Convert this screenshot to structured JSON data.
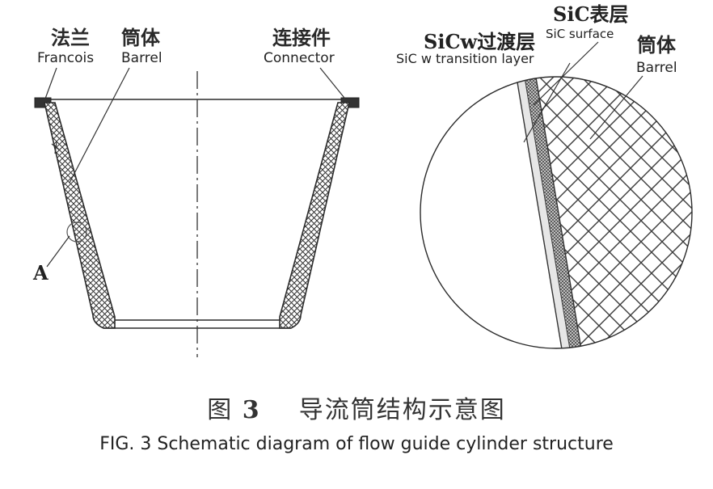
{
  "labels": {
    "flange_cn": "法兰",
    "flange_en": "Francois",
    "barrel_cn": "筒体",
    "barrel_en": "Barrel",
    "connector_cn": "连接件",
    "connector_en": "Connector",
    "detail_marker": "A",
    "sic_surface_cn": "SiC表层",
    "sic_surface_en": "SiC surface",
    "sicw_cn": "SiCw过渡层",
    "sicw_en": "SiC w transition layer",
    "detail_barrel_cn": "筒体",
    "detail_barrel_en": "Barrel"
  },
  "caption": {
    "cn_prefix": "图",
    "cn_number": "3",
    "cn_title": "导流筒结构示意图",
    "en": "FIG. 3  Schematic diagram of flow guide cylinder structure"
  },
  "colors": {
    "line": "#2b2b2b",
    "hatch": "#3a3a3a",
    "background": "#ffffff"
  }
}
